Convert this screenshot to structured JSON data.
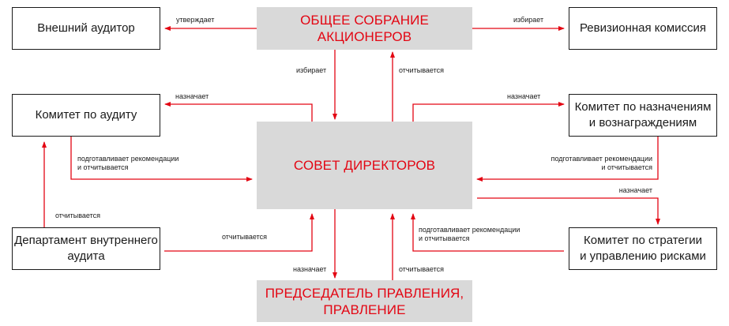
{
  "diagram": {
    "accent_color": "#e30613",
    "core_fill": "#d9d9d9",
    "nodes": {
      "shareholders": "ОБЩЕЕ СОБРАНИЕ\nАКЦИОНЕРОВ",
      "board": "СОВЕТ ДИРЕКТОРОВ",
      "management": "ПРЕДСЕДАТЕЛЬ ПРАВЛЕНИЯ,\nПРАВЛЕНИЕ",
      "external_auditor": "Внешний аудитор",
      "audit_committee": "Комитет по аудиту",
      "internal_audit": "Департамент внутреннего\nаудита",
      "revision_commission": "Ревизионная комиссия",
      "nomination_committee": "Комитет по назначениям\nи вознаграждениям",
      "strategy_committee": "Комитет по стратегии\nи управлению рисками"
    },
    "edges": {
      "shareholders_to_auditor": "утверждает",
      "shareholders_to_revision": "избирает",
      "shareholders_to_board": "избирает",
      "board_to_shareholders": "отчитывается",
      "board_to_audit_committee": "назначает",
      "audit_committee_to_board": "подготавливает рекомендации\nи отчитывается",
      "internal_audit_to_audit_committee": "отчитывается",
      "internal_audit_to_board": "отчитывается",
      "board_to_nomination": "назначает",
      "nomination_to_board": "подготавливает рекомендации\nи отчитывается",
      "board_to_strategy": "назначает",
      "strategy_to_board": "подготавливает рекомендации\nи отчитывается",
      "board_to_management": "назначает",
      "management_to_board": "отчитывается"
    }
  }
}
